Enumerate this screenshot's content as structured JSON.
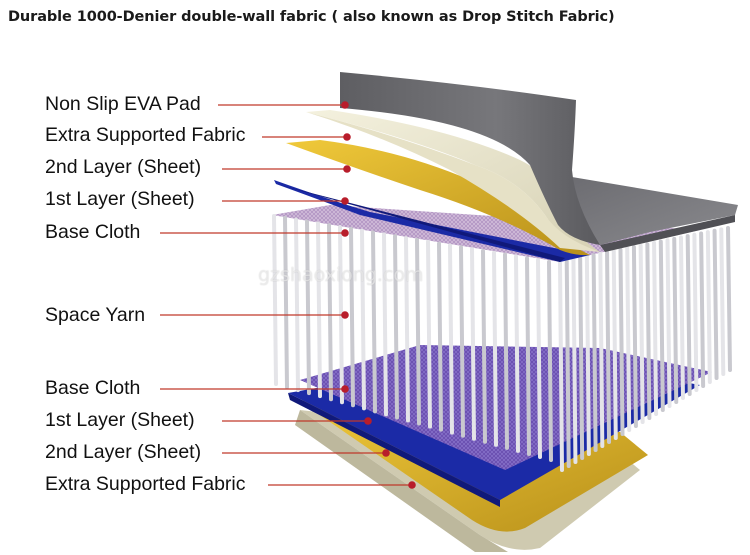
{
  "title": "Durable 1000-Denier double-wall fabric  ( also known as Drop Stitch Fabric)",
  "watermark": "gzshaoxiong.com",
  "colors": {
    "eva_pad": "#6e6e72",
    "extra_supported_fabric": "#ece8cf",
    "second_layer_sheet": "#e2b92a",
    "first_layer_sheet": "#1d2fa8",
    "base_cloth": "#b59ac8",
    "space_yarn": "#dcdce0",
    "leader_line": "#c0392b",
    "marker_dot": "#b81d2b"
  },
  "labels": [
    {
      "id": "non-slip-eva-pad",
      "text": "Non Slip EVA Pad"
    },
    {
      "id": "extra-supported-fabric-top",
      "text": "Extra Supported Fabric"
    },
    {
      "id": "second-layer-sheet-top",
      "text": "2nd Layer (Sheet)"
    },
    {
      "id": "first-layer-sheet-top",
      "text": "1st  Layer (Sheet)"
    },
    {
      "id": "base-cloth-top",
      "text": "Base Cloth"
    },
    {
      "id": "space-yarn",
      "text": "Space Yarn"
    },
    {
      "id": "base-cloth-bottom",
      "text": "Base Cloth"
    },
    {
      "id": "first-layer-sheet-bottom",
      "text": "1st  Layer (Sheet)"
    },
    {
      "id": "second-layer-sheet-bottom",
      "text": "2nd Layer (Sheet)"
    },
    {
      "id": "extra-supported-fabric-bottom",
      "text": "Extra Supported Fabric"
    }
  ]
}
